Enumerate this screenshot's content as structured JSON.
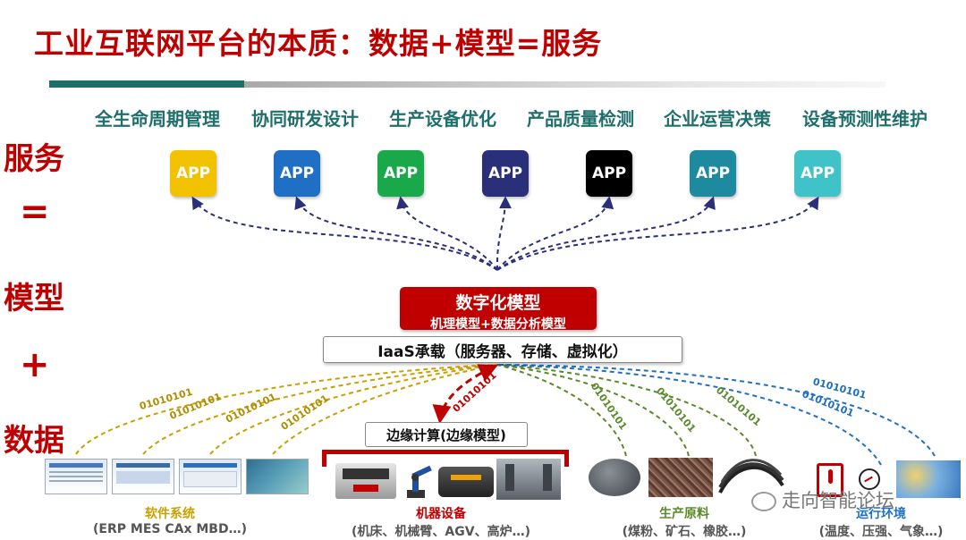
{
  "title": "工业互联网平台的本质：数据+模型=服务",
  "side_labels": [
    "服务",
    "=",
    "模型",
    "+",
    "数据"
  ],
  "services": [
    {
      "label": "全生命周期管理",
      "app": "APP",
      "color": "#f2c200"
    },
    {
      "label": "协同研发设计",
      "app": "APP",
      "color": "#1f6fc4"
    },
    {
      "label": "生产设备优化",
      "app": "APP",
      "color": "#19a84a"
    },
    {
      "label": "产品质量检测",
      "app": "APP",
      "color": "#2a2f7a"
    },
    {
      "label": "企业运营决策",
      "app": "APP",
      "color": "#000000"
    },
    {
      "label": "设备预测性维护",
      "app": "APP",
      "color": "#1e8aa0"
    },
    {
      "label": "",
      "app": "APP",
      "color": "#3fc3c9"
    }
  ],
  "model_box": {
    "title": "数字化模型",
    "subtitle": "机理模型+数据分析模型"
  },
  "iaas_label": "IaaS承载（服务器、存储、虚拟化）",
  "edge_label": "边缘计算(边缘模型)",
  "binary_text": "01010101",
  "categories": {
    "software": {
      "label": "软件系统",
      "sub": "(ERP MES CAx MBD…)",
      "color": "#c8a000"
    },
    "machines": {
      "label": "机器设备",
      "sub": "(机床、机械臂、AGV、高炉…)",
      "color": "#c00000"
    },
    "materials": {
      "label": "生产原料",
      "sub": "(煤粉、矿石、橡胶…)",
      "color": "#5a8a2a"
    },
    "environment": {
      "label": "运行环境",
      "sub": "(温度、压强、气象…)",
      "color": "#1f6fc4"
    }
  },
  "watermark": "走向智能论坛"
}
